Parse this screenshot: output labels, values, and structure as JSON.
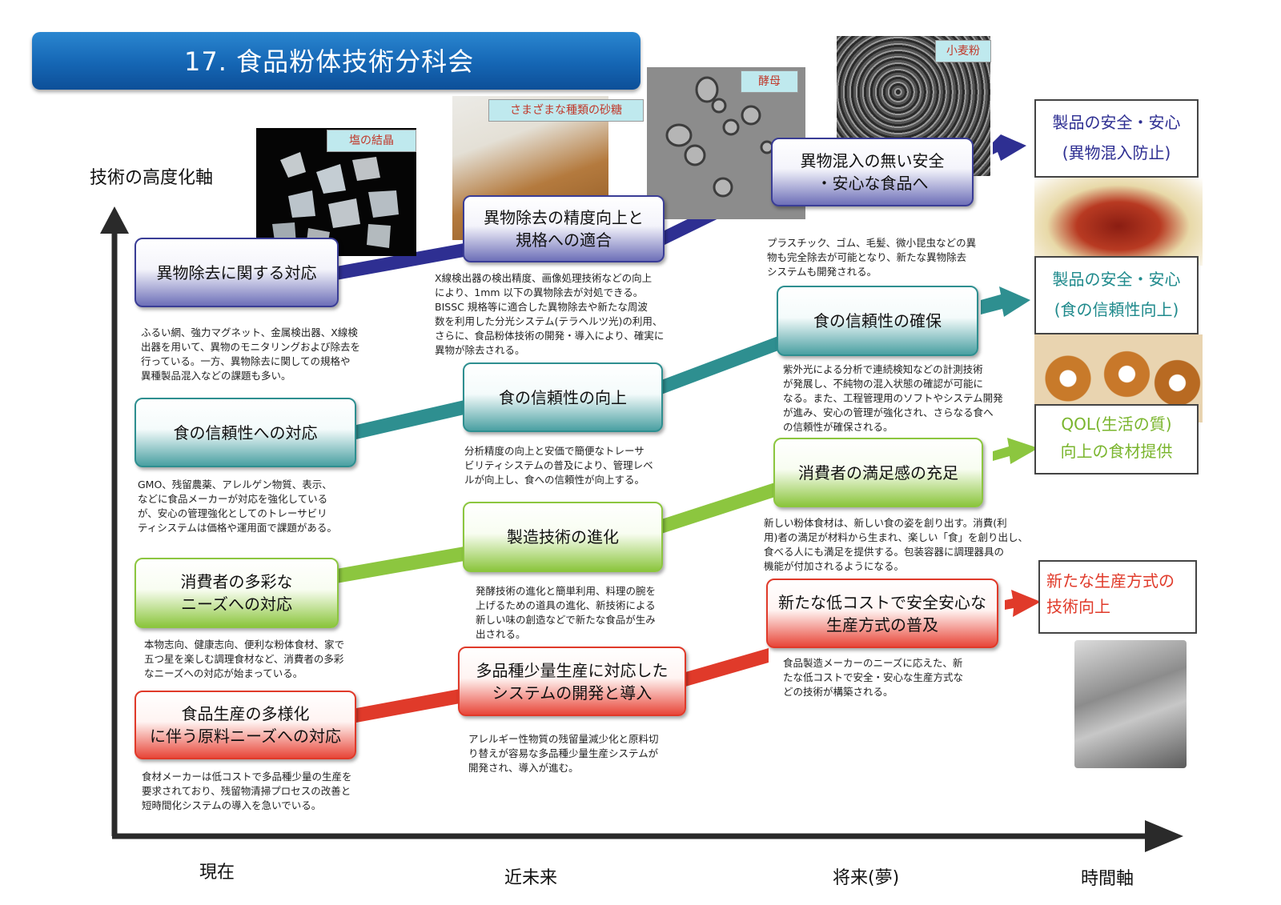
{
  "title": "17. 食品粉体技術分科会",
  "axes": {
    "y_label": "技術の高度化軸",
    "x_label": "時間軸",
    "x_ticks": [
      "現在",
      "近未来",
      "将来(夢)"
    ]
  },
  "photo_tags": {
    "salt": "塩の結晶",
    "sugar": "さまざまな種類の砂糖",
    "yeast": "酵母",
    "flour": "小麦粉"
  },
  "rows": [
    {
      "color": "#3a3d96",
      "stages": [
        {
          "label": "異物除去に関する対応",
          "desc": "ふるい網、強力マグネット、金属検出器、X線検\n出器を用いて、異物のモニタリングおよび除去を\n行っている。一方、異物除去に関しての規格や\n異種製品混入などの課題も多い。"
        },
        {
          "label": "異物除去の精度向上と\n規格への適合",
          "desc": "X線検出器の検出精度、画像処理技術などの向上\nにより、1mm 以下の異物除去が対処できる。\nBISSC 規格等に適合した異物除去や新たな周波\n数を利用した分光システム(テラヘルツ光)の利用、\nさらに、食品粉体技術の開発・導入により、確実に\n異物が除去される。"
        },
        {
          "label": "異物混入の無い安全\n・安心な食品へ",
          "desc": "プラスチック、ゴム、毛髪、微小昆虫などの異\n物も完全除去が可能となり、新たな異物除去\nシステムも開発される。"
        }
      ],
      "goal": "製品の安全・安心\n(異物混入防止)"
    },
    {
      "color": "#2e8f90",
      "stages": [
        {
          "label": "食の信頼性への対応",
          "desc": "GMO、残留農薬、アレルゲン物質、表示、\nなどに食品メーカーが対応を強化している\nが、安心の管理強化としてのトレーサビリ\nティシステムは価格や運用面で課題がある。"
        },
        {
          "label": "食の信頼性の向上",
          "desc": "分析精度の向上と安価で簡便なトレーサ\nビリティシステムの普及により、管理レベ\nルが向上し、食への信頼性が向上する。"
        },
        {
          "label": "食の信頼性の確保",
          "desc": "紫外光による分析で連続検知などの計測技術\nが発展し、不純物の混入状態の確認が可能に\nなる。また、工程管理用のソフトやシステム開発\nが進み、安心の管理が強化され、さらなる食へ\nの信頼性が確保される。"
        }
      ],
      "goal": "製品の安全・安心\n(食の信頼性向上)"
    },
    {
      "color": "#8cc63f",
      "stages": [
        {
          "label": "消費者の多彩な\nニーズへの対応",
          "desc": "本物志向、健康志向、便利な粉体食材、家で\n五つ星を楽しむ調理食材など、消費者の多彩\nなニーズへの対応が始まっている。"
        },
        {
          "label": "製造技術の進化",
          "desc": "発酵技術の進化と簡単利用、料理の腕を\n上げるための道具の進化、新技術による\n新しい味の創造などで新たな食品が生み\n出される。"
        },
        {
          "label": "消費者の満足感の充足",
          "desc": "新しい粉体食材は、新しい食の姿を創り出す。消費(利\n用)者の満足が材料から生まれ、楽しい「食」を創り出し、\n食べる人にも満足を提供する。包装容器に調理器具の\n機能が付加されるようになる。"
        }
      ],
      "goal": "QOL(生活の質)\n向上の食材提供"
    },
    {
      "color": "#e03a2a",
      "stages": [
        {
          "label": "食品生産の多様化\nに伴う原料ニーズへの対応",
          "desc": "食材メーカーは低コストで多品種少量の生産を\n要求されており、残留物清掃プロセスの改善と\n短時間化システムの導入を急いでいる。"
        },
        {
          "label": "多品種少量生産に対応した\nシステムの開発と導入",
          "desc": "アレルギー性物質の残留量減少化と原料切\nり替えが容易な多品種少量生産システムが\n開発され、導入が進む。"
        },
        {
          "label": "新たな低コストで安全安心な\n生産方式の普及",
          "desc": "食品製造メーカーのニーズに応えた、新\nたな低コストで安全・安心な生産方式な\nどの技術が構築される。"
        }
      ],
      "goal": "新たな生産方式の\n技術向上"
    }
  ]
}
